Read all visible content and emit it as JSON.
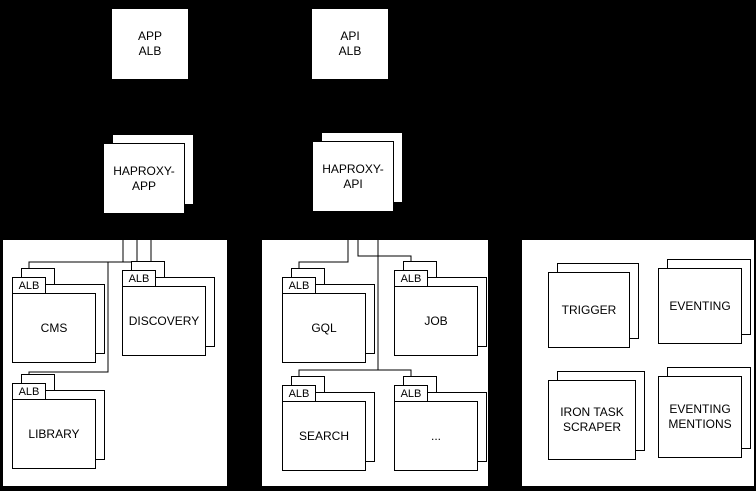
{
  "diagram": {
    "colors": {
      "background": "#000000",
      "node_fill": "#ffffff",
      "line": "#000000",
      "text": "#000000"
    },
    "alb_nodes": [
      {
        "label": "APP\nALB"
      },
      {
        "label": "API\nALB"
      }
    ],
    "haproxy_nodes": [
      {
        "label": "HAPROXY-\nAPP"
      },
      {
        "label": "HAPROXY-\nAPI"
      }
    ],
    "panels": [
      {
        "services": [
          {
            "tab": "ALB",
            "name": "CMS"
          },
          {
            "tab": "ALB",
            "name": "DISCOVERY"
          },
          {
            "tab": "ALB",
            "name": "LIBRARY"
          }
        ]
      },
      {
        "services": [
          {
            "tab": "ALB",
            "name": "GQL"
          },
          {
            "tab": "ALB",
            "name": "JOB"
          },
          {
            "tab": "ALB",
            "name": "SEARCH"
          },
          {
            "tab": "ALB",
            "name": "..."
          }
        ]
      },
      {
        "services": [
          {
            "name": "TRIGGER"
          },
          {
            "name": "EVENTING"
          },
          {
            "name": "IRON TASK\nSCRAPER"
          },
          {
            "name": "EVENTING\nMENTIONS"
          }
        ]
      }
    ]
  }
}
